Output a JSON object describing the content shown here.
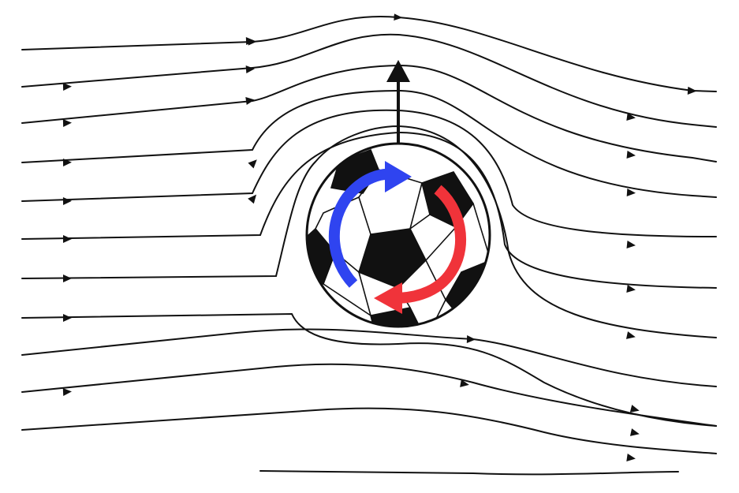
{
  "diagram": {
    "colors": {
      "background": "#ffffff",
      "streamline": "#111111",
      "lift_arrow": "#111111",
      "spin_arrow_blue": "#2f44f0",
      "spin_arrow_red": "#f0333a",
      "ball_panel": "#000000",
      "ball_base": "#ffffff"
    },
    "objects": {
      "ball": "soccer-ball-icon",
      "lift": "lift-arrow",
      "spin": [
        "spin-arrow-blue",
        "spin-arrow-red"
      ]
    },
    "streamline_count": 12
  }
}
